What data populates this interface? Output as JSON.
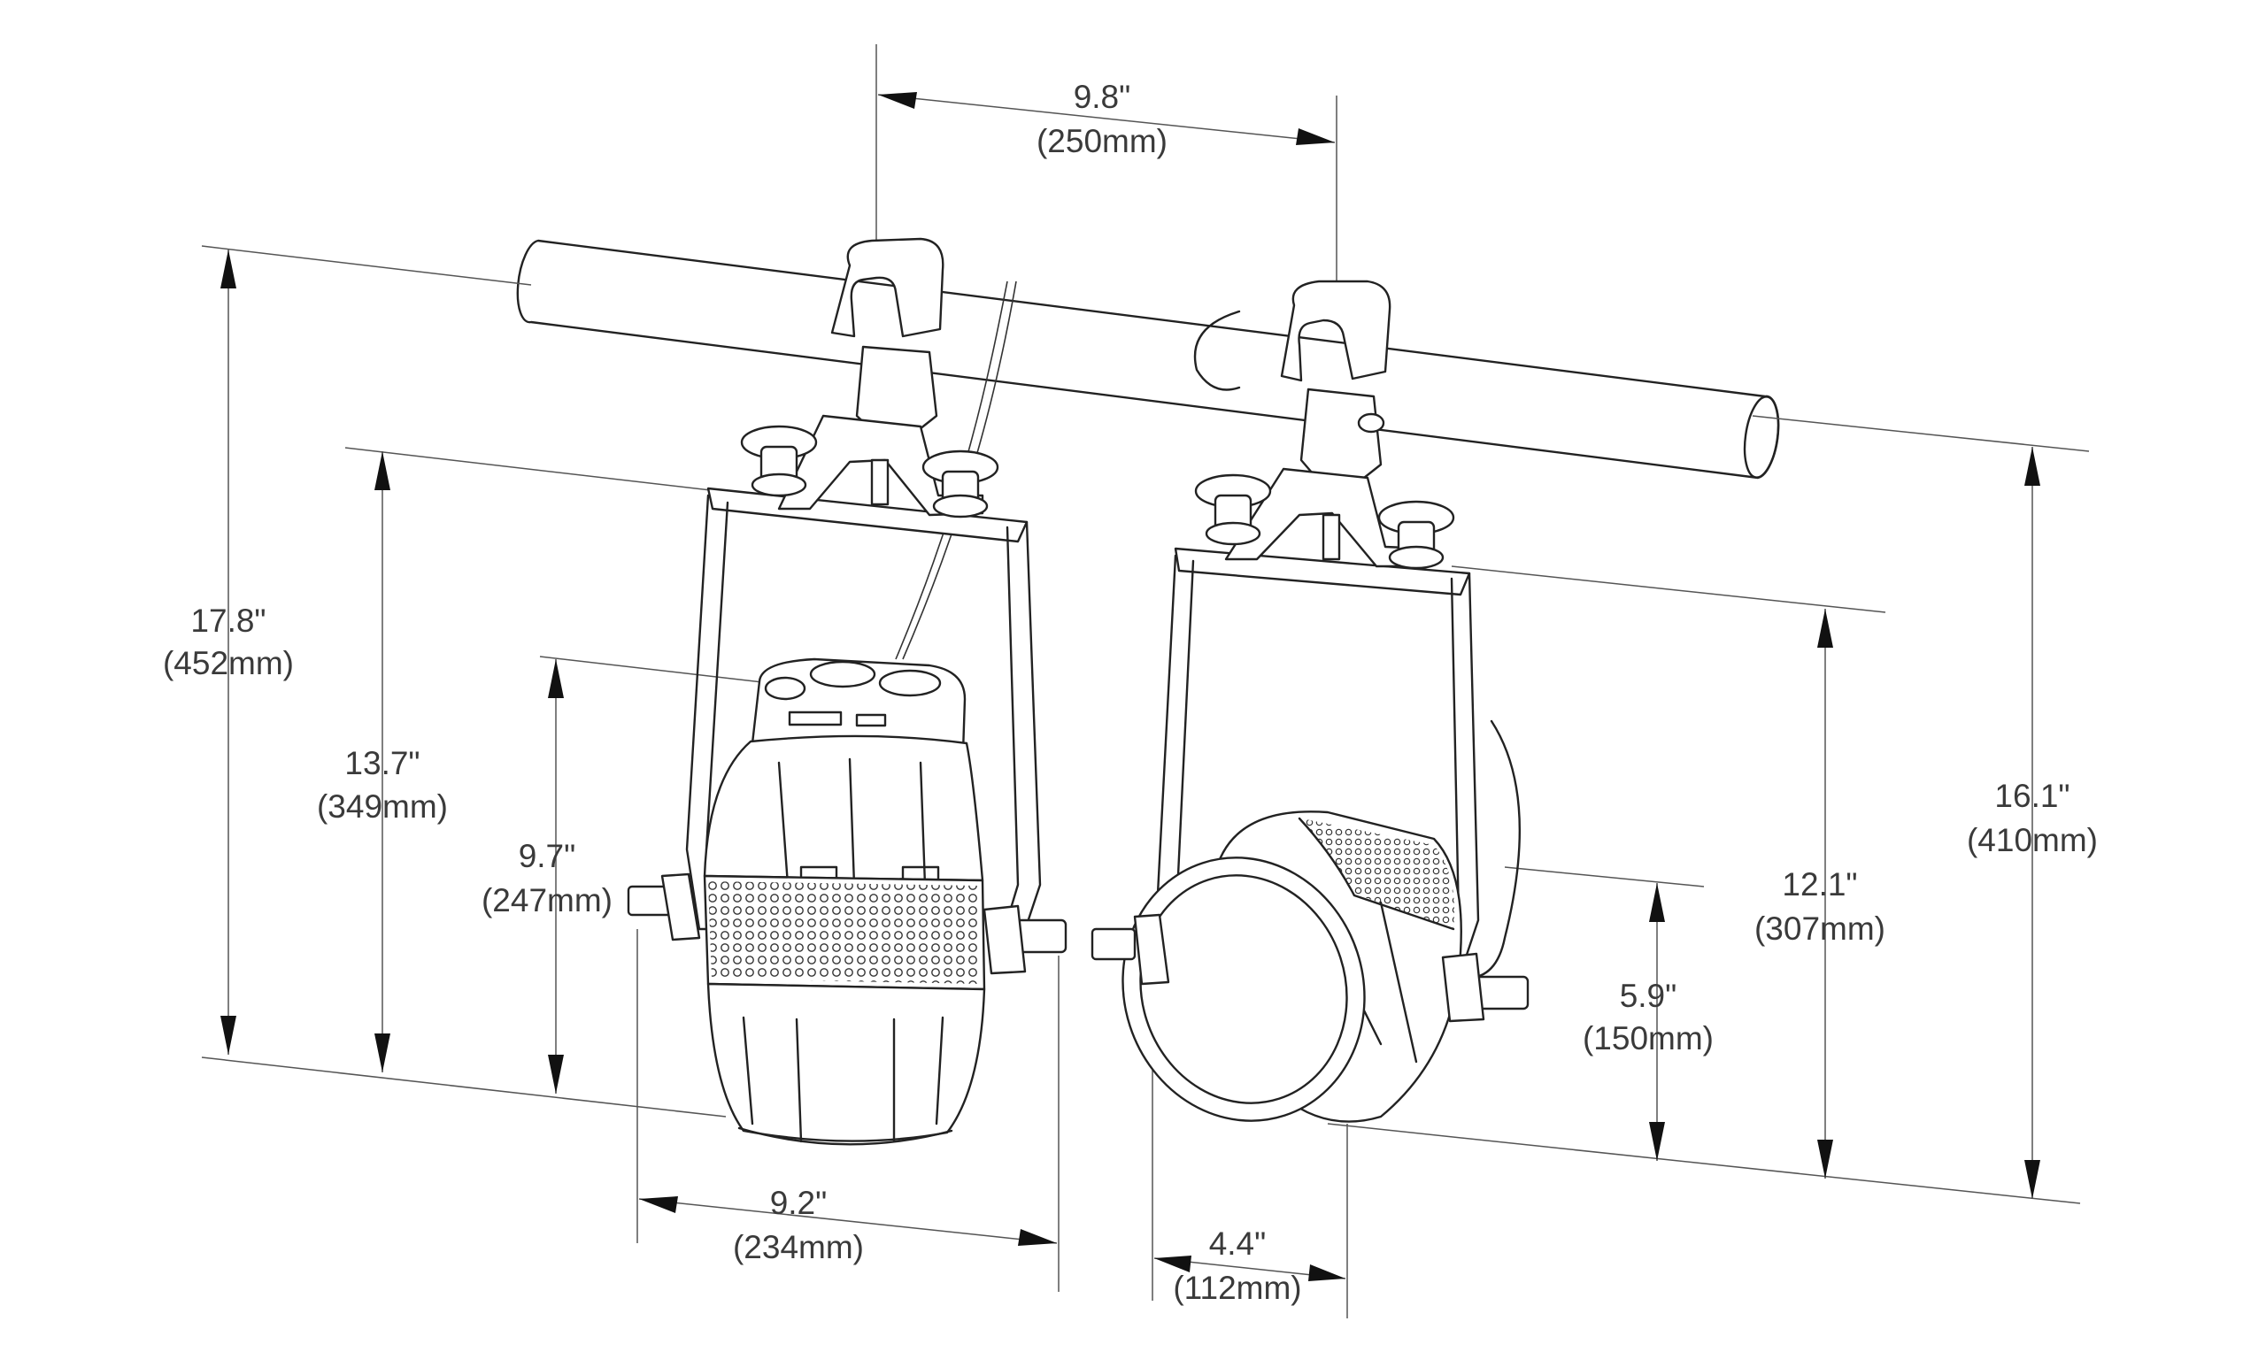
{
  "dimensions": {
    "clamp_spacing": {
      "imperial": "9.8\"",
      "metric": "(250mm)"
    },
    "overall_height": {
      "imperial": "17.8\"",
      "metric": "(452mm)"
    },
    "yoke_height": {
      "imperial": "13.7\"",
      "metric": "(349mm)"
    },
    "body_height": {
      "imperial": "9.7\"",
      "metric": "(247mm)"
    },
    "body_width": {
      "imperial": "9.2\"",
      "metric": "(234mm)"
    },
    "lens_depth": {
      "imperial": "4.4\"",
      "metric": "(112mm)"
    },
    "lens_center_height": {
      "imperial": "5.9\"",
      "metric": "(150mm)"
    },
    "tilted_yoke_height": {
      "imperial": "12.1\"",
      "metric": "(307mm)"
    },
    "tilted_overall_height": {
      "imperial": "16.1\"",
      "metric": "(410mm)"
    }
  },
  "colors": {
    "line": "#222222",
    "text": "#3a3a3a",
    "background": "#ffffff"
  }
}
